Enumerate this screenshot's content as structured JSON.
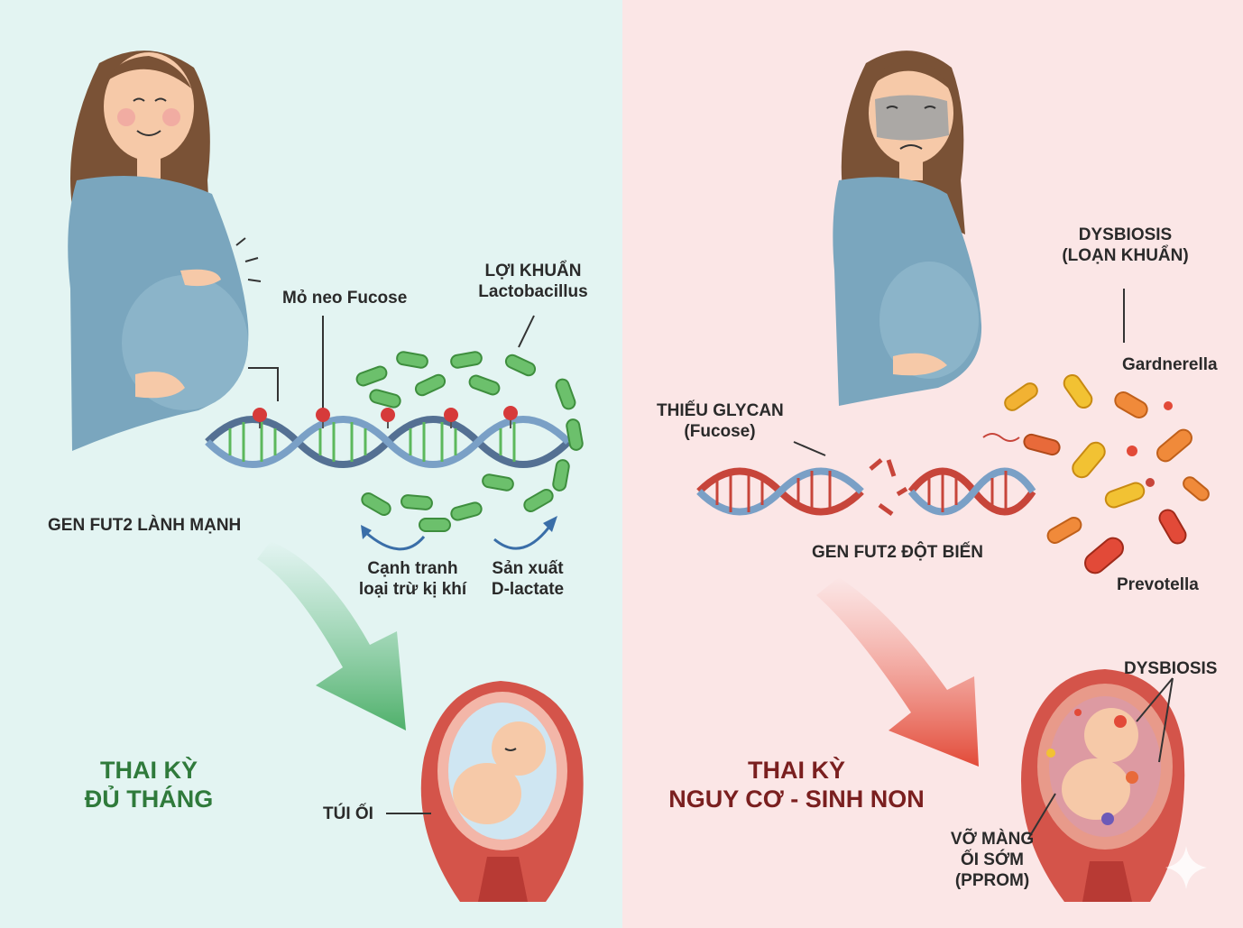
{
  "left_panel": {
    "label_fucose_anchor": "Mỏ neo Fucose",
    "label_beneficial_1": "LỢI KHUẨN",
    "label_beneficial_2": "Lactobacillus",
    "label_gene": "GEN FUT2 LÀNH MẠNH",
    "label_compete_1": "Cạnh tranh",
    "label_compete_2": "loại trừ kị khí",
    "label_produce_1": "Sản xuất",
    "label_produce_2": "D-lactate",
    "outcome_1": "THAI KỲ",
    "outcome_2": "ĐỦ THÁNG",
    "label_amniotic_sac": "TÚI ỐI"
  },
  "right_panel": {
    "label_dysbiosis_1": "DYSBIOSIS",
    "label_dysbiosis_2": "(LOẠN KHUẨN)",
    "label_gardnerella": "Gardnerella",
    "label_glycan_1": "THIẾU GLYCAN",
    "label_glycan_2": "(Fucose)",
    "label_gene": "GEN FUT2 ĐỘT BIẾN",
    "label_prevotella": "Prevotella",
    "label_womb_dysbiosis": "DYSBIOSIS",
    "outcome_1": "THAI KỲ",
    "outcome_2": "NGUY CƠ - SINH NON",
    "label_pprom_1": "VỠ MÀNG",
    "label_pprom_2": "ỐI SỚM",
    "label_pprom_3": "(PPROM)"
  },
  "colors": {
    "left_bg": "#e3f4f2",
    "right_bg": "#fbe6e6",
    "healthy_green": "#5cb85c",
    "risk_red": "#e2483a",
    "dress": "#7aa6be",
    "hair": "#7a5236"
  }
}
